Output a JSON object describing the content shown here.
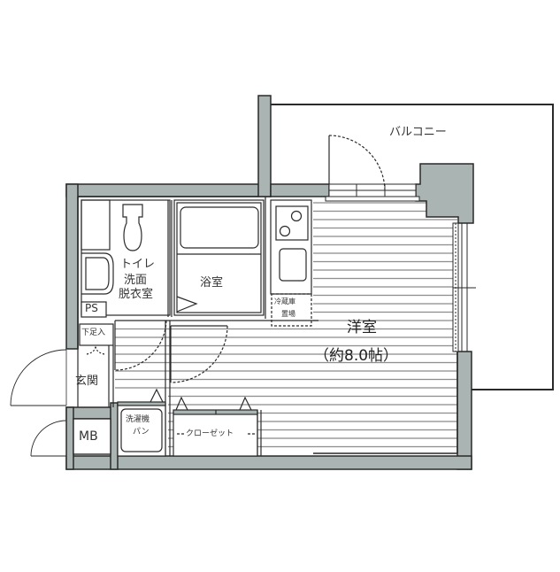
{
  "floorplan": {
    "colors": {
      "wall": "#a9b4b3",
      "line": "#2a2a2a",
      "floor_line": "#8f8f8f",
      "background": "#ffffff"
    },
    "rooms": {
      "balcony": "バルコニー",
      "toilet": "トイレ",
      "washroom_line1": "洗面",
      "washroom_line2": "脱衣室",
      "bathroom": "浴室",
      "ps": "PS",
      "shoe_box": "下足入",
      "entrance": "玄関",
      "mb": "MB",
      "washer_pan_line1": "洗濯機",
      "washer_pan_line2": "パン",
      "closet": "クローゼット",
      "fridge_line1": "冷蔵庫",
      "fridge_line2": "置場",
      "western_room": "洋室",
      "western_room_size": "（約8.0帖）"
    }
  }
}
